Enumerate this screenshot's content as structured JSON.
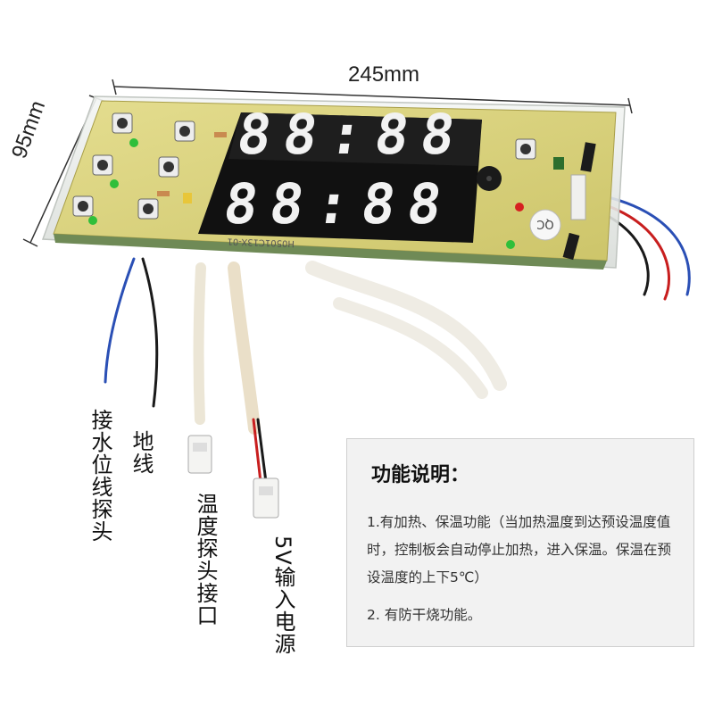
{
  "dimensions": {
    "width_label": "245mm",
    "height_label": "95mm"
  },
  "display": {
    "top_row": "88:88",
    "bottom_row": "88:88"
  },
  "pcb_marking": "H0501C13X-01",
  "sticker_text": "QC",
  "labels": {
    "water_level_probe": "接水位线探头",
    "ground_wire": "地线",
    "temperature_probe_port": "温度探头接口",
    "power_input": "5V输入电源"
  },
  "info": {
    "title": "功能说明：",
    "item1": "1.有加热、保温功能（当加热温度到达预设温度值时，控制板会自动停止加热，进入保温。保温在预设温度的上下5℃）",
    "item2": "2. 有防干烧功能。"
  },
  "colors": {
    "pcb": "#d9d37a",
    "display": "#1a1a1a",
    "segment": "#f2f2f2",
    "wire_blue": "#2a4fb5",
    "wire_red": "#c81e1e",
    "wire_black": "#1a1a1a",
    "info_bg": "#f2f2f2"
  }
}
